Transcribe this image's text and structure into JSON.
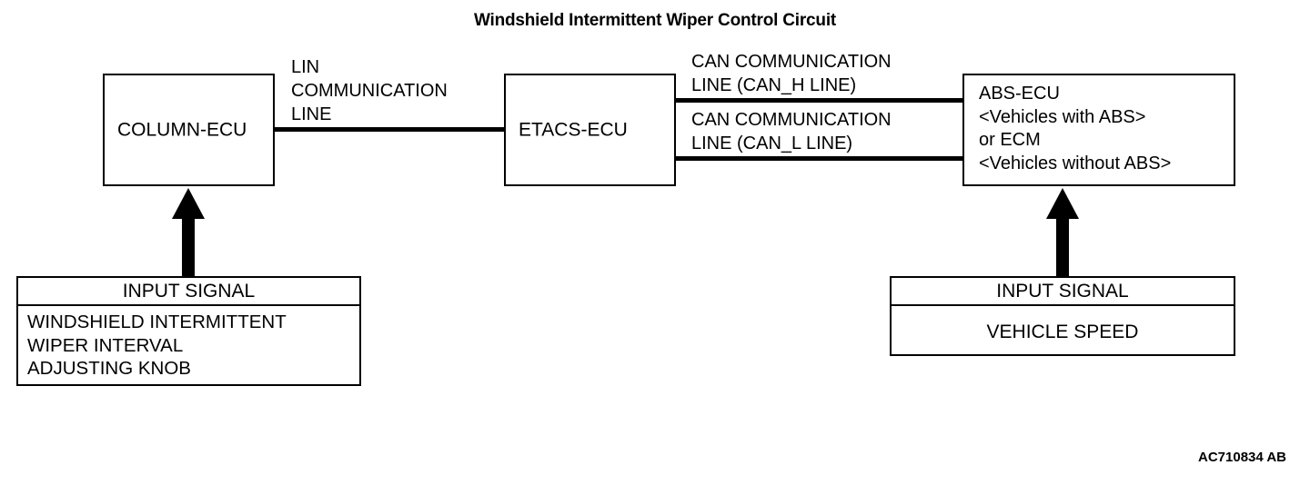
{
  "title": "Windshield Intermittent Wiper Control Circuit",
  "corner_code": "AC710834 AB",
  "colors": {
    "stroke": "#000000",
    "background": "#ffffff"
  },
  "boxes": {
    "column_ecu": {
      "label": "COLUMN-ECU"
    },
    "etacs_ecu": {
      "label": "ETACS-ECU"
    },
    "abs_ecu": {
      "line1": "ABS-ECU",
      "line2": "<Vehicles with ABS>",
      "line3": "or ECM",
      "line4": "<Vehicles without ABS>"
    }
  },
  "connections": {
    "lin": {
      "line1": "LIN",
      "line2": "COMMUNICATION",
      "line3": "LINE"
    },
    "can_h": {
      "line1": "CAN COMMUNICATION",
      "line2": "LINE (CAN_H LINE)"
    },
    "can_l": {
      "line1": "CAN COMMUNICATION",
      "line2": "LINE (CAN_L LINE)"
    }
  },
  "input_signals": {
    "left": {
      "header": "INPUT SIGNAL",
      "line1": "WINDSHIELD INTERMITTENT",
      "line2": "WIPER INTERVAL",
      "line3": "ADJUSTING KNOB"
    },
    "right": {
      "header": "INPUT SIGNAL",
      "line1": "VEHICLE SPEED"
    }
  }
}
